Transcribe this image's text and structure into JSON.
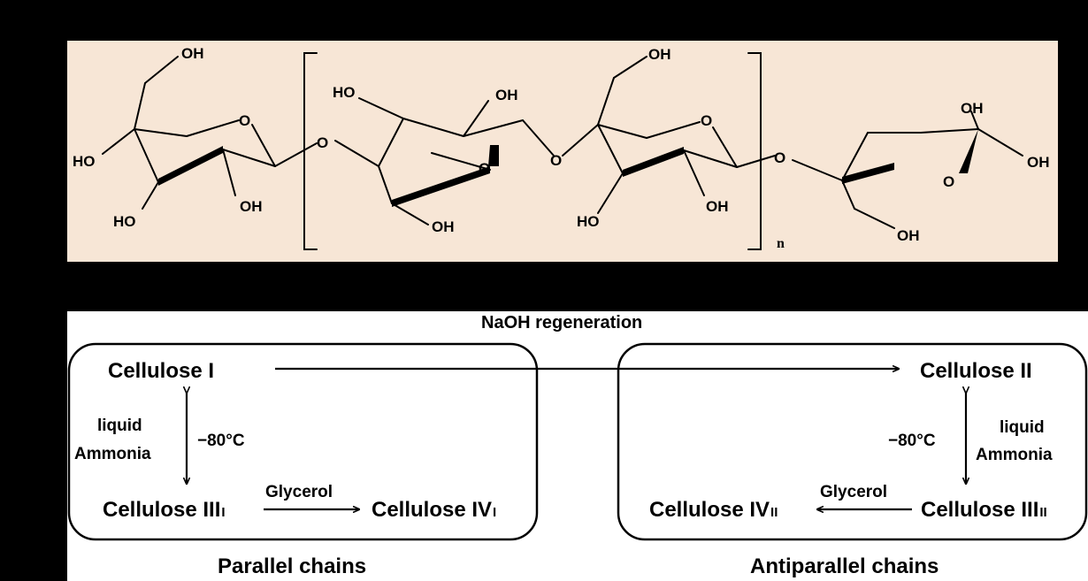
{
  "structure": {
    "oh": "OH",
    "ho": "HO",
    "ring_o": "O",
    "bridge_o": "O",
    "repeat_n": "n"
  },
  "scheme": {
    "naoh": "NaOH regeneration",
    "cel1": "Cellulose I",
    "cel2": "Cellulose II",
    "cel3_main": "Cellulose III",
    "cel3_sub1": "I",
    "cel3_sub2": "II",
    "cel4_main": "Cellulose IV",
    "cel4_sub1": "I",
    "cel4_sub2": "II",
    "liquid": "liquid",
    "ammonia": "Ammonia",
    "temp": "−80°C",
    "glycerol": "Glycerol",
    "parallel": "Parallel chains",
    "antiparallel": "Antiparallel chains"
  }
}
